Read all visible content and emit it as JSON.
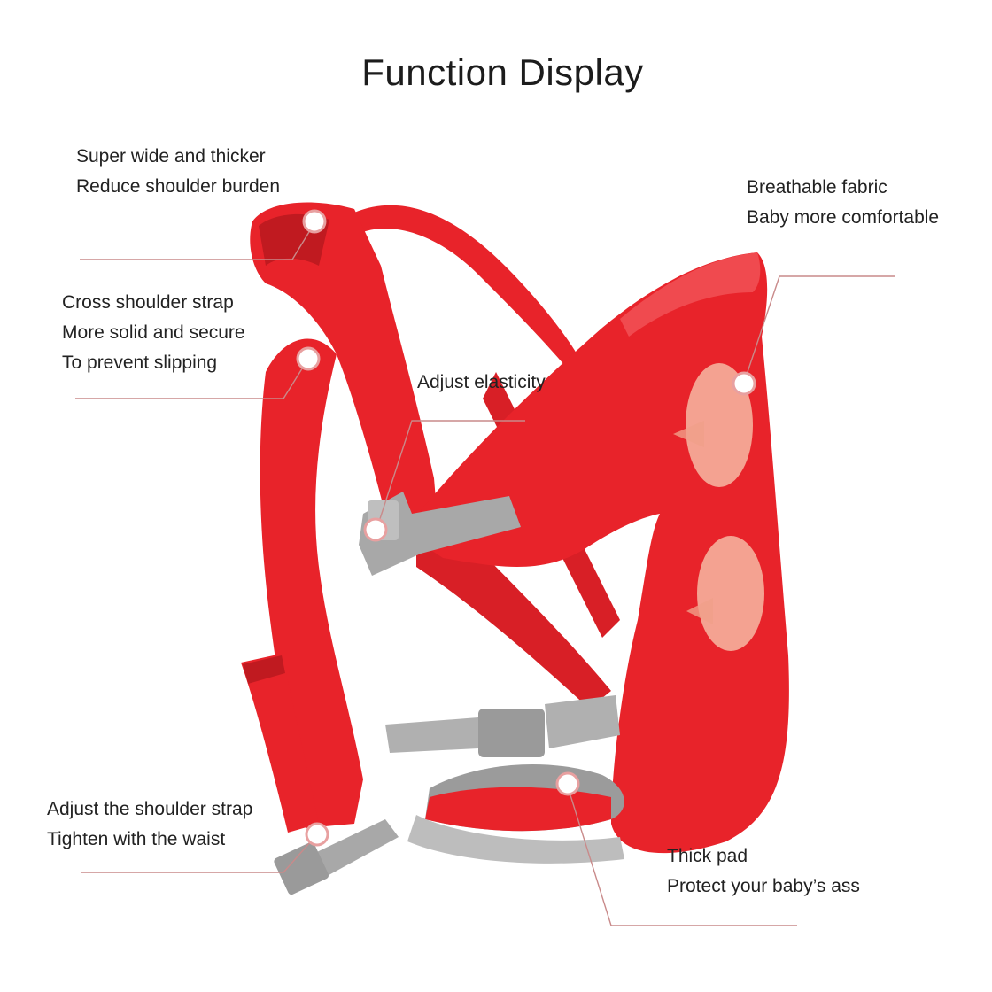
{
  "title": "Function Display",
  "callouts": [
    {
      "id": "shoulder",
      "lines": [
        "Super wide and thicker",
        "Reduce shoulder burden"
      ]
    },
    {
      "id": "cross",
      "lines": [
        "Cross shoulder strap",
        "More solid and secure",
        "To prevent slipping"
      ]
    },
    {
      "id": "elastic",
      "lines": [
        "Adjust elasticity"
      ]
    },
    {
      "id": "fabric",
      "lines": [
        "Breathable fabric",
        "Baby more comfortable"
      ]
    },
    {
      "id": "adjust",
      "lines": [
        "Adjust the shoulder strap",
        "Tighten with the waist"
      ]
    },
    {
      "id": "pad",
      "lines": [
        "Thick pad",
        "Protect your baby’s ass"
      ]
    }
  ],
  "colors": {
    "strap": "#e8232a",
    "strap_dark": "#c01a20",
    "buckle": "#a8a8a8",
    "pad": "#9b9b9b",
    "leader": "#c98a8a",
    "dot": "#ffffff"
  }
}
